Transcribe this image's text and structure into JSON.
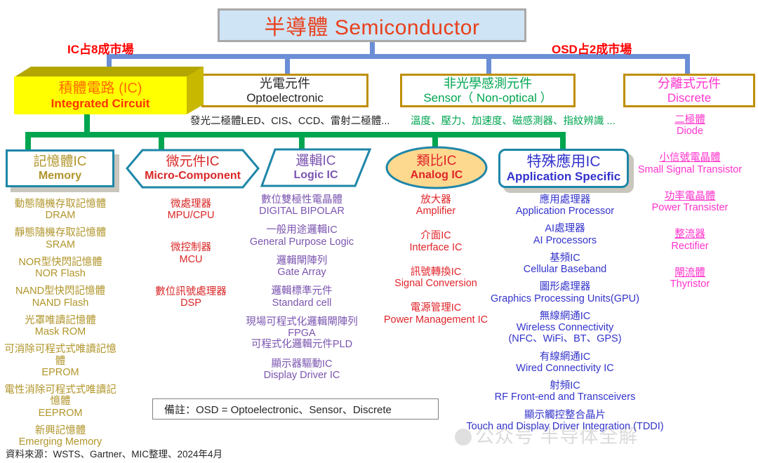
{
  "title": {
    "text": "半導體 Semiconductor"
  },
  "share_labels": {
    "ic": "IC占8成市場",
    "osd": "OSD占2成市場"
  },
  "colors": {
    "title_text": "#e8401c",
    "title_bg": "#cfe4f5",
    "connector_blue": "#6b8ed6",
    "connector_green": "#00a550",
    "ic_box_fill": "#ffff00",
    "memory": "#b1952b",
    "micro": "#d92626",
    "logic": "#7b55b0",
    "analog": "#e0242a",
    "appspec": "#3333cc",
    "discrete": "#ff33cc",
    "sensor_green": "#00a550",
    "box_border_gold": "#bf8f00",
    "box_border_teal": "#1e86a8"
  },
  "level2": {
    "ic": {
      "cn": "積體電路 (IC)",
      "en": "Integrated Circuit"
    },
    "optoelectronic": {
      "cn": "光電元件",
      "en": "Optoelectronic",
      "caption": "發光二極體LED、CIS、CCD、雷射二極體..."
    },
    "sensor": {
      "cn": "非光學感測元件",
      "en": "Sensor（ Non-optical ）",
      "caption": "溫度、壓力、加速度、磁感測器、指紋辨識 ..."
    },
    "discrete": {
      "cn": "分離式元件",
      "en": "Discrete"
    }
  },
  "level3": {
    "memory": {
      "cn": "記憶體IC",
      "en": "Memory"
    },
    "micro": {
      "cn": "微元件IC",
      "en": "Micro-Component"
    },
    "logic": {
      "cn": "邏輯IC",
      "en": "Logic IC"
    },
    "analog": {
      "cn": "類比IC",
      "en": "Analog IC"
    },
    "appspec": {
      "cn": "特殊應用IC",
      "en": "Application Specific"
    }
  },
  "lists": {
    "memory": [
      {
        "cn": "動態隨機存取記憶體",
        "en": "DRAM"
      },
      {
        "cn": "靜態隨機存取記憶體",
        "en": "SRAM"
      },
      {
        "cn": "NOR型快閃記憶體",
        "en": "NOR Flash"
      },
      {
        "cn": "NAND型快閃記憶體",
        "en": "NAND Flash"
      },
      {
        "cn": "光罩唯讀記憶體",
        "en": "Mask ROM"
      },
      {
        "cn": "可消除可程式式唯讀記憶體",
        "en": "EPROM"
      },
      {
        "cn": "電性消除可程式式唯讀記憶體",
        "en": "EEPROM"
      },
      {
        "cn": "新興記憶體",
        "en": "Emerging Memory"
      }
    ],
    "micro": [
      {
        "cn": "微處理器",
        "en": "MPU/CPU"
      },
      {
        "cn": "微控制器",
        "en": "MCU"
      },
      {
        "cn": "數位訊號處理器",
        "en": "DSP"
      }
    ],
    "logic": [
      {
        "cn": "數位雙極性電晶體",
        "en": "DIGITAL BIPOLAR"
      },
      {
        "cn": "一般用途邏輯IC",
        "en": "General Purpose Logic"
      },
      {
        "cn": "邏輯閘陣列",
        "en": "Gate Array"
      },
      {
        "cn": "邏輯標準元件",
        "en": "Standard cell"
      },
      {
        "cn": "現場可程式化邏輯閘陣列FPGA",
        "en": "可程式化邏輯元件PLD"
      },
      {
        "cn": "顯示器驅動IC",
        "en": "Display Driver IC"
      }
    ],
    "analog": [
      {
        "cn": "放大器",
        "en": "Amplifier"
      },
      {
        "cn": "介面IC",
        "en": "Interface IC"
      },
      {
        "cn": "訊號轉換IC",
        "en": "Signal Conversion"
      },
      {
        "cn": "電源管理IC",
        "en": "Power Management IC"
      }
    ],
    "appspec": [
      {
        "cn": "應用處理器",
        "en": "Application Processor"
      },
      {
        "cn": "AI處理器",
        "en": "AI Processors"
      },
      {
        "cn": "基頻IC",
        "en": "Cellular Baseband"
      },
      {
        "cn": "圖形處理器",
        "en": "Graphics Processing Units(GPU)"
      },
      {
        "cn": "無線網通IC",
        "en": "Wireless Connectivity\n(NFC、WiFi、BT、GPS)"
      },
      {
        "cn": "有線網通IC",
        "en": "Wired Connectivity IC"
      },
      {
        "cn": "射頻IC",
        "en": "RF Front-end and Transceivers"
      },
      {
        "cn": "顯示觸控整合晶片",
        "en": "Touch and Display Driver Integration (TDDI)"
      }
    ],
    "discrete": [
      {
        "cn": "二極體",
        "en": "Diode"
      },
      {
        "cn": "小信號電晶體",
        "en": "Small Signal Transistor"
      },
      {
        "cn": "功率電晶體",
        "en": "Power Transister"
      },
      {
        "cn": "整流器",
        "en": "Rectifier"
      },
      {
        "cn": "閘流體",
        "en": "Thyristor"
      }
    ]
  },
  "footnote": {
    "text": "備註：OSD = Optoelectronic、Sensor、Discrete"
  },
  "source": {
    "text": "資料來源：WSTS、Gartner、MIC整理、2024年4月"
  },
  "watermark": {
    "text": "公众号 半导体全解"
  }
}
